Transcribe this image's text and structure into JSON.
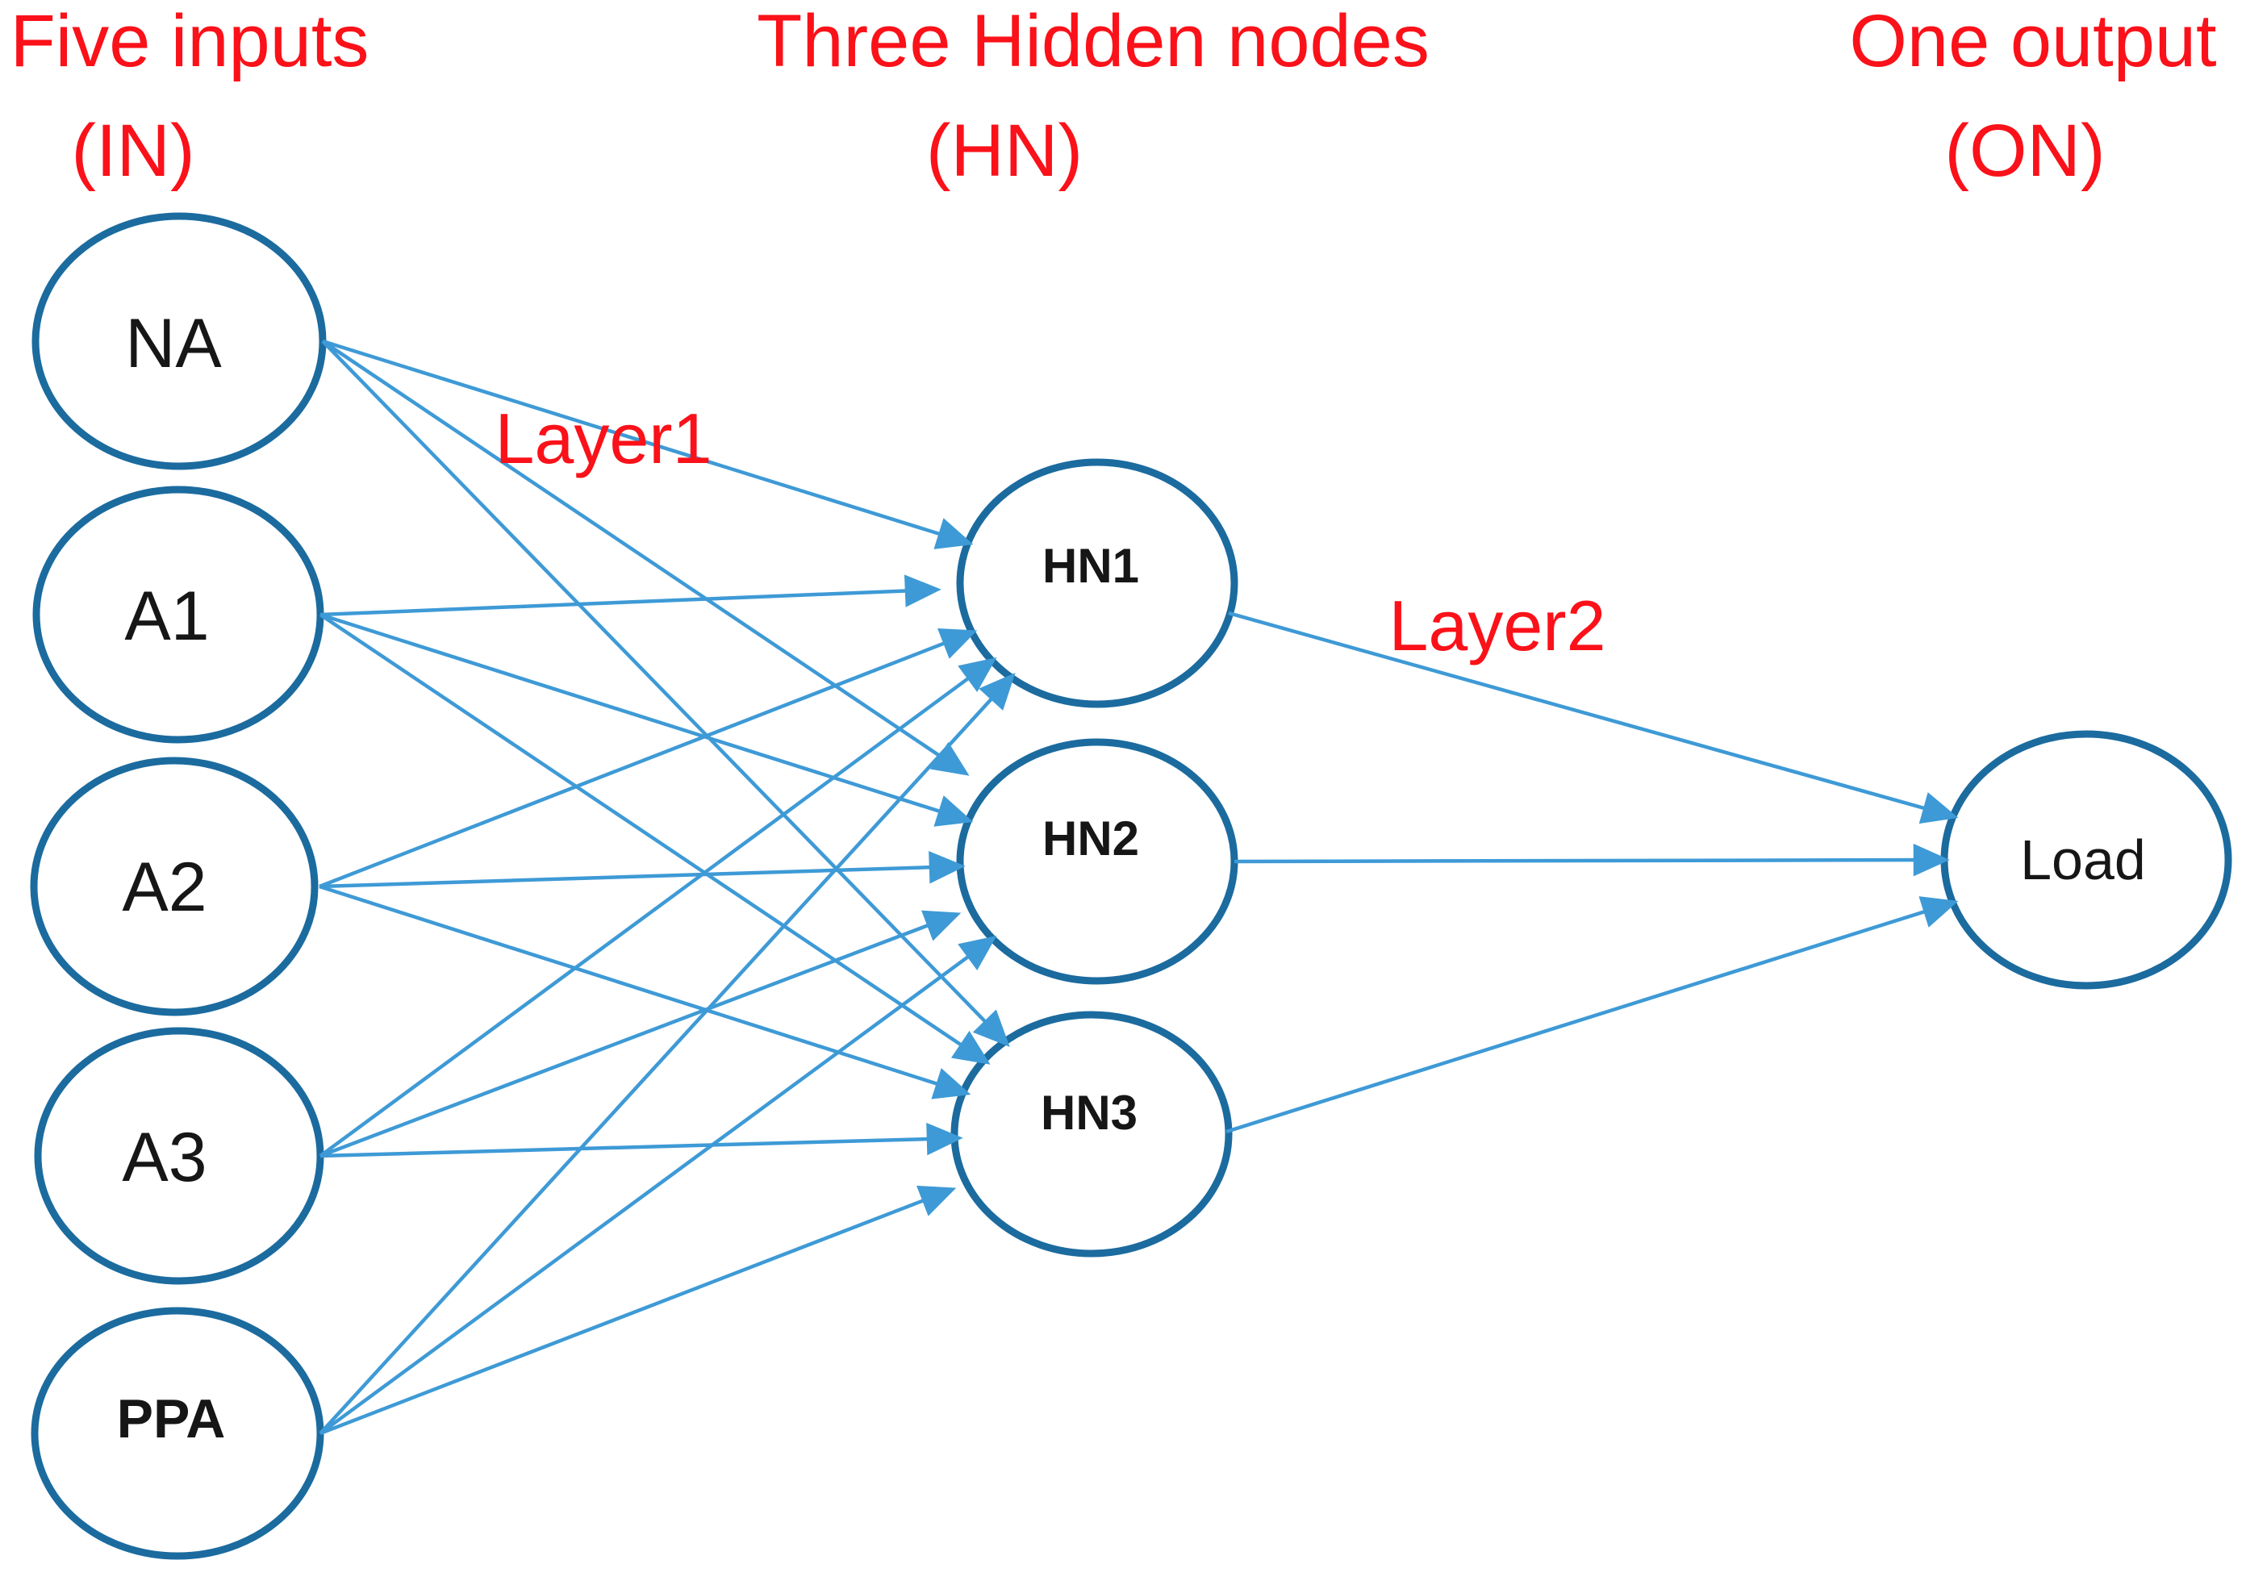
{
  "headers": {
    "inputs": {
      "line1": "Five inputs",
      "line2": "(IN)"
    },
    "hidden": {
      "line1": "Three Hidden nodes",
      "line2": "(HN)"
    },
    "output": {
      "line1": "One output",
      "line2": "(ON)"
    }
  },
  "layer_labels": {
    "layer1": "Layer1",
    "layer2": "Layer2"
  },
  "nodes": {
    "inputs": [
      {
        "id": "NA",
        "label": "NA"
      },
      {
        "id": "A1",
        "label": "A1"
      },
      {
        "id": "A2",
        "label": "A2"
      },
      {
        "id": "A3",
        "label": "A3"
      },
      {
        "id": "PPA",
        "label": "PPA"
      }
    ],
    "hidden": [
      {
        "id": "HN1",
        "label": "HN1"
      },
      {
        "id": "HN2",
        "label": "HN2"
      },
      {
        "id": "HN3",
        "label": "HN3"
      }
    ],
    "output": [
      {
        "id": "Load",
        "label": "Load"
      }
    ]
  },
  "edges": {
    "layer1": [
      {
        "from": "NA",
        "to": "HN1"
      },
      {
        "from": "NA",
        "to": "HN2"
      },
      {
        "from": "NA",
        "to": "HN3"
      },
      {
        "from": "A1",
        "to": "HN1"
      },
      {
        "from": "A1",
        "to": "HN2"
      },
      {
        "from": "A1",
        "to": "HN3"
      },
      {
        "from": "A2",
        "to": "HN1"
      },
      {
        "from": "A2",
        "to": "HN2"
      },
      {
        "from": "A2",
        "to": "HN3"
      },
      {
        "from": "A3",
        "to": "HN1"
      },
      {
        "from": "A3",
        "to": "HN2"
      },
      {
        "from": "A3",
        "to": "HN3"
      },
      {
        "from": "PPA",
        "to": "HN1"
      },
      {
        "from": "PPA",
        "to": "HN2"
      },
      {
        "from": "PPA",
        "to": "HN3"
      }
    ],
    "layer2": [
      {
        "from": "HN1",
        "to": "Load"
      },
      {
        "from": "HN2",
        "to": "Load"
      },
      {
        "from": "HN3",
        "to": "Load"
      }
    ]
  },
  "colors": {
    "label_red": "#fa1119",
    "edge_blue": "#3e9ad6",
    "node_stroke_blue": "#1b6b9f",
    "node_text": "#161616"
  }
}
